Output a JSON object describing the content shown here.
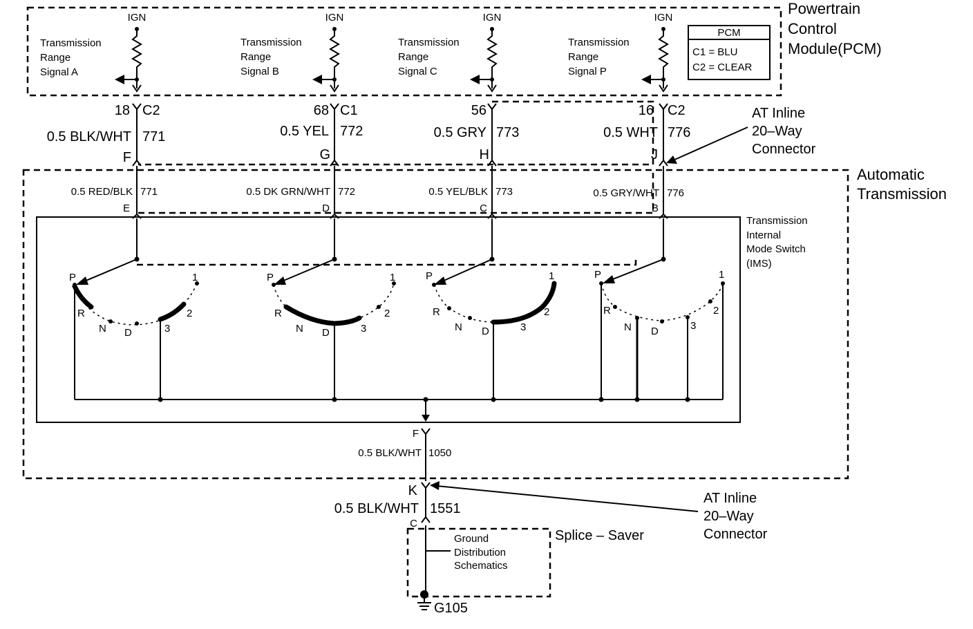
{
  "pcm": {
    "title": [
      "Powertrain",
      "Control",
      "Module(PCM)"
    ],
    "legend_title": "PCM",
    "legend_c1": "C1 = BLU",
    "legend_c2": "C2 = CLEAR",
    "signals": [
      {
        "ign": "IGN",
        "lines": [
          "Transmission",
          "Range",
          "Signal A"
        ]
      },
      {
        "ign": "IGN",
        "lines": [
          "Transmission",
          "Range",
          "Signal  B"
        ]
      },
      {
        "ign": "IGN",
        "lines": [
          "Transmission",
          "Range",
          "Signal  C"
        ]
      },
      {
        "ign": "IGN",
        "lines": [
          "Transmission",
          "Range",
          "Signal  P"
        ]
      }
    ]
  },
  "pcm_circuits": [
    {
      "pin": "18",
      "conn": "C2",
      "wire": "0.5 BLK/WHT",
      "circuit": "771",
      "inline": "F"
    },
    {
      "pin": "68",
      "conn": "C1",
      "wire": "0.5 YEL",
      "circuit": "772",
      "inline": "G"
    },
    {
      "pin": "56",
      "conn": "",
      "wire": "0.5 GRY",
      "circuit": "773",
      "inline": "H"
    },
    {
      "pin": "16",
      "conn": "C2",
      "wire": "0.5 WHT",
      "circuit": "776",
      "inline": "J"
    }
  ],
  "inline_connector_top": [
    "AT Inline",
    "20–Way",
    "Connector"
  ],
  "transmission": {
    "title": [
      "Automatic",
      "Transmission"
    ],
    "circuits": [
      {
        "wire": "0.5 RED/BLK",
        "circuit": "771",
        "pin": "E"
      },
      {
        "wire": "0.5 DK GRN/WHT",
        "circuit": "772",
        "pin": "D"
      },
      {
        "wire": "0.5 YEL/BLK",
        "circuit": "773",
        "pin": "C"
      },
      {
        "wire": "0.5 GRY/WHT",
        "circuit": "776",
        "pin": "B"
      }
    ],
    "ims_label": [
      "Transmission",
      "Internal",
      "Mode Switch",
      "(IMS)"
    ],
    "switch_positions": [
      "P",
      "R",
      "N",
      "D",
      "3",
      "2",
      "1"
    ]
  },
  "ground_circuit": {
    "pin": "F",
    "wire": "0.5 BLK/WHT",
    "circuit": "1050"
  },
  "lower_circuit": {
    "pin": "K",
    "wire": "0.5 BLK/WHT",
    "circuit": "1551",
    "splice_pin": "C"
  },
  "inline_connector_bottom": [
    "AT Inline",
    "20–Way",
    "Connector"
  ],
  "splice_saver": "Splice – Saver",
  "ground_distribution": [
    "Ground",
    "Distribution",
    "Schematics"
  ],
  "ground_id": "G105"
}
